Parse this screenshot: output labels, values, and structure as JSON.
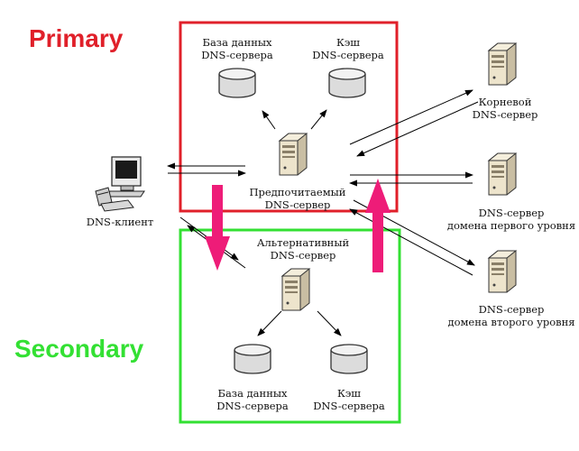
{
  "colors": {
    "primary": "#e0202a",
    "secondary": "#33e033",
    "failover_arrow": "#ee1c78",
    "server_body": "#e6dcc3",
    "line": "#000000"
  },
  "sections": {
    "primary_label": "Primary",
    "secondary_label": "Secondary"
  },
  "nodes": {
    "primary_db": [
      "База данных",
      "DNS-сервера"
    ],
    "primary_cache": [
      "Кэш",
      "DNS-сервера"
    ],
    "preferred_server": [
      "Предпочитаемый",
      "DNS-сервер"
    ],
    "client": [
      "DNS-клиент"
    ],
    "root_server": [
      "Корневой",
      "DNS-сервер"
    ],
    "tld_server": [
      "DNS-сервер",
      "домена первого уровня"
    ],
    "sld_server": [
      "DNS-сервер",
      "домена второго уровня"
    ],
    "alternate_server": [
      "Альтернативный",
      "DNS-сервер"
    ],
    "secondary_db": [
      "База данных",
      "DNS-сервера"
    ],
    "secondary_cache": [
      "Кэш",
      "DNS-сервера"
    ]
  },
  "icons": {
    "database": "database-cylinder-icon",
    "server": "tower-server-icon",
    "client": "desktop-computer-icon"
  }
}
